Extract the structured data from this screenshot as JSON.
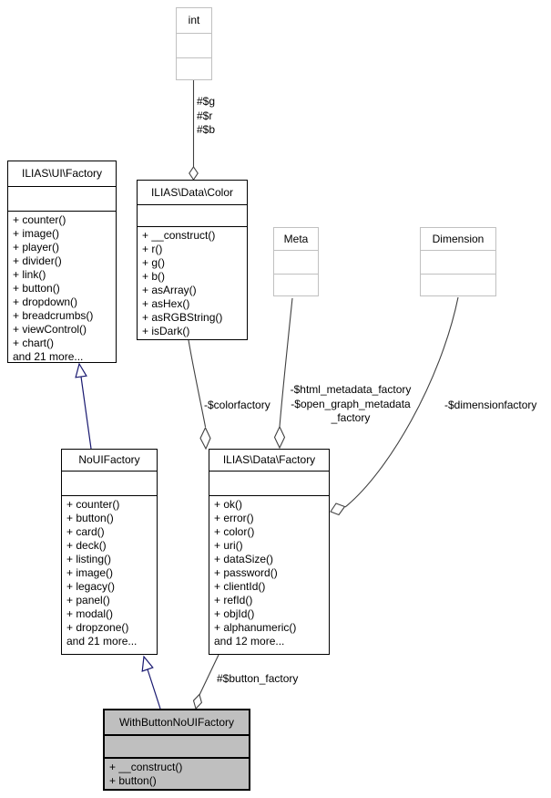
{
  "diagram": {
    "classes": {
      "int": {
        "title": "int"
      },
      "ui_factory": {
        "title": "ILIAS\\UI\\Factory",
        "methods": [
          "+ counter()",
          "+ image()",
          "+ player()",
          "+ divider()",
          "+ link()",
          "+ button()",
          "+ dropdown()",
          "+ breadcrumbs()",
          "+ viewControl()",
          "+ chart()",
          "and 21 more..."
        ]
      },
      "color": {
        "title": "ILIAS\\Data\\Color",
        "methods": [
          "+ __construct()",
          "+ r()",
          "+ g()",
          "+ b()",
          "+ asArray()",
          "+ asHex()",
          "+ asRGBString()",
          "+ isDark()"
        ]
      },
      "meta": {
        "title": "Meta"
      },
      "dimension": {
        "title": "Dimension"
      },
      "no_ui_factory": {
        "title": "NoUIFactory",
        "methods": [
          "+ counter()",
          "+ button()",
          "+ card()",
          "+ deck()",
          "+ listing()",
          "+ image()",
          "+ legacy()",
          "+ panel()",
          "+ modal()",
          "+ dropzone()",
          "and 21 more..."
        ]
      },
      "data_factory": {
        "title": "ILIAS\\Data\\Factory",
        "methods": [
          "+ ok()",
          "+ error()",
          "+ color()",
          "+ uri()",
          "+ dataSize()",
          "+ password()",
          "+ clientId()",
          "+ refId()",
          "+ objId()",
          "+ alphanumeric()",
          "and 12 more..."
        ]
      },
      "with_button": {
        "title": "WithButtonNoUIFactory",
        "methods": [
          "+ __construct()",
          "+ button()"
        ]
      }
    },
    "edge_labels": {
      "rgb": [
        "#$g",
        "#$r",
        "#$b"
      ],
      "colorfactory": "-$colorfactory",
      "metadata_lines": [
        "-$html_metadata_factory",
        "-$open_graph_metadata",
        "_factory"
      ],
      "dimensionfactory": "-$dimensionfactory",
      "button_factory": "#$button_factory"
    },
    "colors": {
      "aggregation_edge": "#404040",
      "inheritance_edge": "#191970",
      "node_border": "#000000",
      "external_border": "#c0c0c0",
      "highlight_fill": "#bfbfbf",
      "background": "#ffffff"
    }
  }
}
